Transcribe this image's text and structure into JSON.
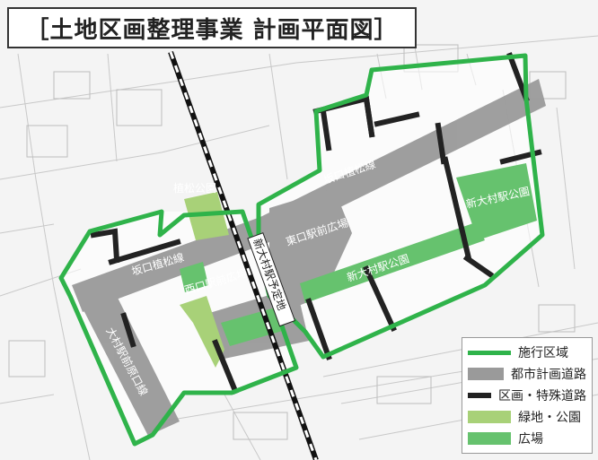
{
  "title": "［土地区画整理事業 計画平面図］",
  "colors": {
    "project_boundary": "#2fb34a",
    "city_road": "#9a9a9a",
    "special_road": "#222222",
    "green_park": "#a8d178",
    "plaza": "#66c26e",
    "rail": "#111111"
  },
  "labels": {
    "ueki_park": "植松公園",
    "sakaguchi_line_east": "坂口植松線",
    "sakaguchi_line_west": "坂口植松線",
    "east_plaza": "東口駅前広場",
    "west_plaza": "西口駅前広場",
    "shin_omura_park_upper": "新大村駅公園",
    "shin_omura_park_lower": "新大村駅公園",
    "station_planned": "新大村駅予定地",
    "omura_haraguchi_line": "大村駅前原口線"
  },
  "legend": [
    {
      "label": "施行区域",
      "type": "boundary",
      "color": "#2fb34a"
    },
    {
      "label": "都市計画道路",
      "type": "city_road",
      "color": "#9a9a9a"
    },
    {
      "label": "区画・特殊道路",
      "type": "special_road",
      "color": "#222222"
    },
    {
      "label": "緑地・公園",
      "type": "green_park",
      "color": "#a8d178"
    },
    {
      "label": "広場",
      "type": "plaza",
      "color": "#66c26e"
    }
  ]
}
